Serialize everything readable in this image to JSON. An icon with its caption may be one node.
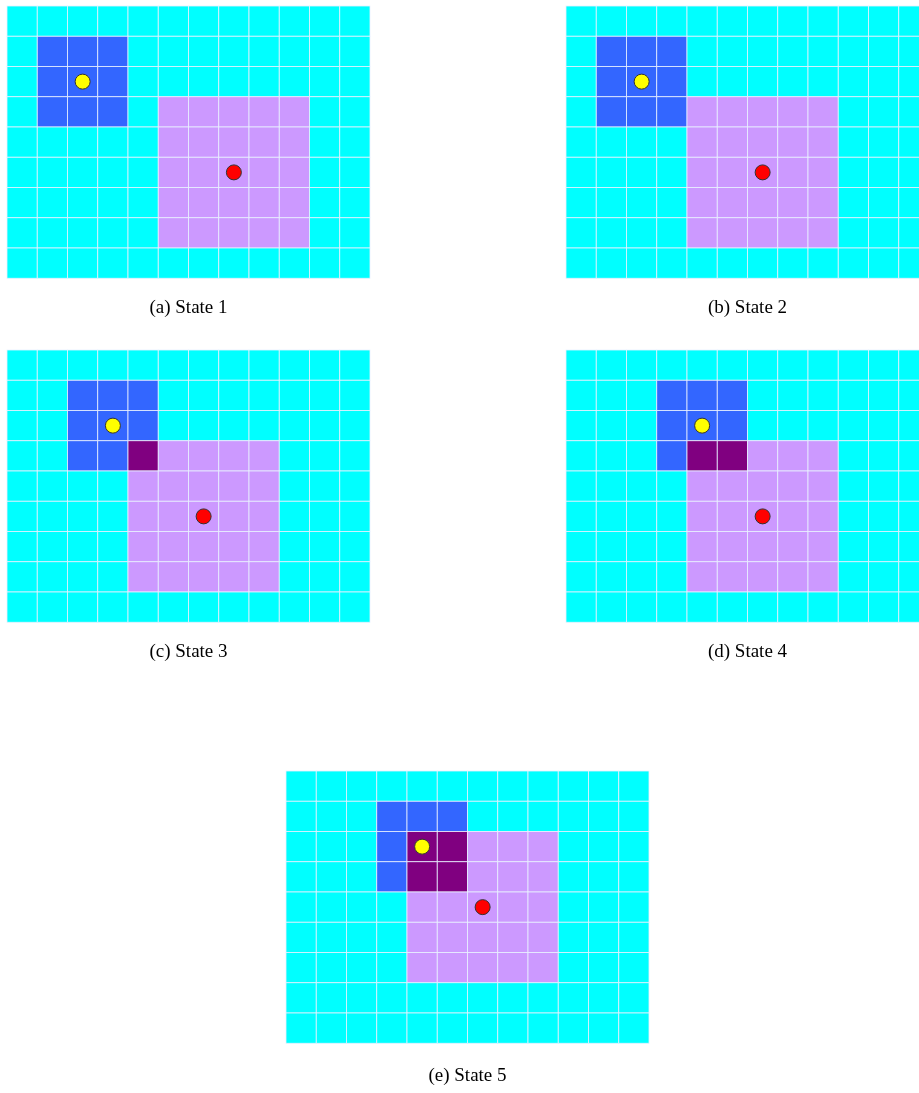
{
  "diagram": {
    "labels": [
      "(a) State 1",
      "(b) State 2",
      "(c) State 3",
      "(d) State 4",
      "(e) State 5"
    ]
  }
}
